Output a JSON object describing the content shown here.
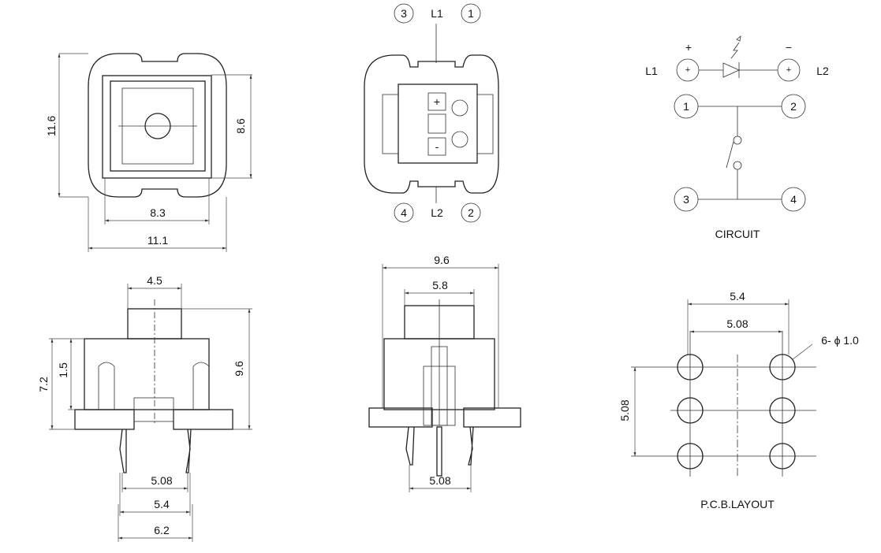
{
  "top_view": {
    "dims": {
      "height": "11.6",
      "inner_height": "8.6",
      "inner_width": "8.3",
      "width": "11.1"
    }
  },
  "bottom_view": {
    "pins": {
      "top_left": "3",
      "top_right": "1",
      "bottom_left": "4",
      "bottom_right": "2"
    },
    "leads": {
      "top": "L1",
      "bottom": "L2"
    },
    "marks": {
      "plus": "+",
      "minus": "-"
    }
  },
  "circuit": {
    "title": "CIRCUIT",
    "led_left": "L1",
    "led_right": "L2",
    "plus_sign": "+",
    "minus_sign": "−",
    "terminal_symbol": "+",
    "pins": [
      "1",
      "2",
      "3",
      "4"
    ]
  },
  "side_view": {
    "dims": {
      "top_width": "4.5",
      "height": "9.6",
      "body_height": "7.2",
      "offset": "1.5",
      "pin_pitch": "5.08",
      "pin_span": "5.4",
      "base_width": "6.2"
    }
  },
  "front_view": {
    "dims": {
      "width": "9.6",
      "inner_width": "5.8",
      "pin_pitch": "5.08"
    }
  },
  "pcb_layout": {
    "title": "P.C.B.LAYOUT",
    "dims": {
      "outer": "5.4",
      "inner": "5.08",
      "vertical": "5.08",
      "holes": "6- ϕ 1.0"
    }
  }
}
